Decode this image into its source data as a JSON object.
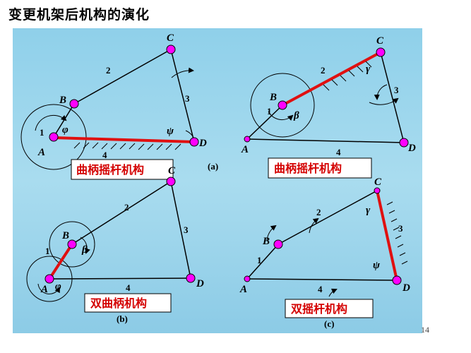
{
  "title": "变更机架后机构的演化",
  "slide_number": "14",
  "panels": {
    "a": {
      "caption": "(a)",
      "name": "曲柄摇杆机构",
      "labels": {
        "A": "A",
        "B": "B",
        "C": "C",
        "D": "D"
      },
      "link_numbers": {
        "l1": "1",
        "l2": "2",
        "l3": "3",
        "l4": "4"
      },
      "angles": {
        "phi": "φ",
        "psi": "ψ"
      }
    },
    "a2": {
      "name": "曲柄摇杆机构",
      "labels": {
        "A": "A",
        "B": "B",
        "C": "C",
        "D": "D"
      },
      "link_numbers": {
        "l1": "1",
        "l2": "2",
        "l3": "3",
        "l4": "4"
      },
      "angles": {
        "beta": "β",
        "gamma": "γ"
      }
    },
    "b": {
      "caption": "(b)",
      "name": "双曲柄机构",
      "labels": {
        "A": "A",
        "B": "B",
        "C": "C",
        "D": "D"
      },
      "link_numbers": {
        "l1": "1",
        "l2": "2",
        "l3": "3",
        "l4": "4"
      },
      "angles": {
        "phi": "φ",
        "beta": "β"
      }
    },
    "c": {
      "caption": "(c)",
      "name": "双摇杆机构",
      "labels": {
        "A": "A",
        "B": "B",
        "C": "C",
        "D": "D"
      },
      "link_numbers": {
        "l1": "1",
        "l2": "2",
        "l3": "3",
        "l4": "4"
      },
      "angles": {
        "gamma": "γ",
        "psi": "ψ"
      }
    }
  }
}
